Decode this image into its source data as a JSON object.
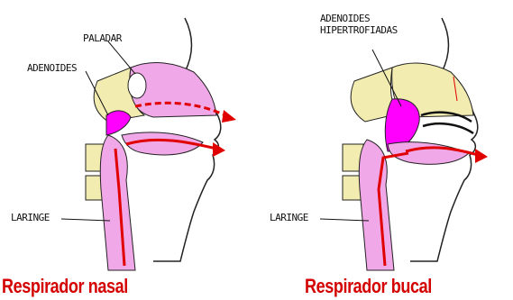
{
  "nasal": {
    "label_palate": "PALADAR",
    "label_adenoids": "ADENOIDES",
    "label_larynx": "LARINGE",
    "caption": "Respirador nasal"
  },
  "bucal": {
    "label_adenoids_line1": "ADENOIDES",
    "label_adenoids_line2": "HIPERTROFIADAS",
    "label_larynx": "LARINGE",
    "caption": "Respirador bucal"
  },
  "colors": {
    "tissue_pink": "#f0a8e8",
    "adenoid_magenta": "#ff00ff",
    "bone_cream": "#f3ecb0",
    "airflow_red": "#e00000",
    "caption_red": "#d40000"
  }
}
